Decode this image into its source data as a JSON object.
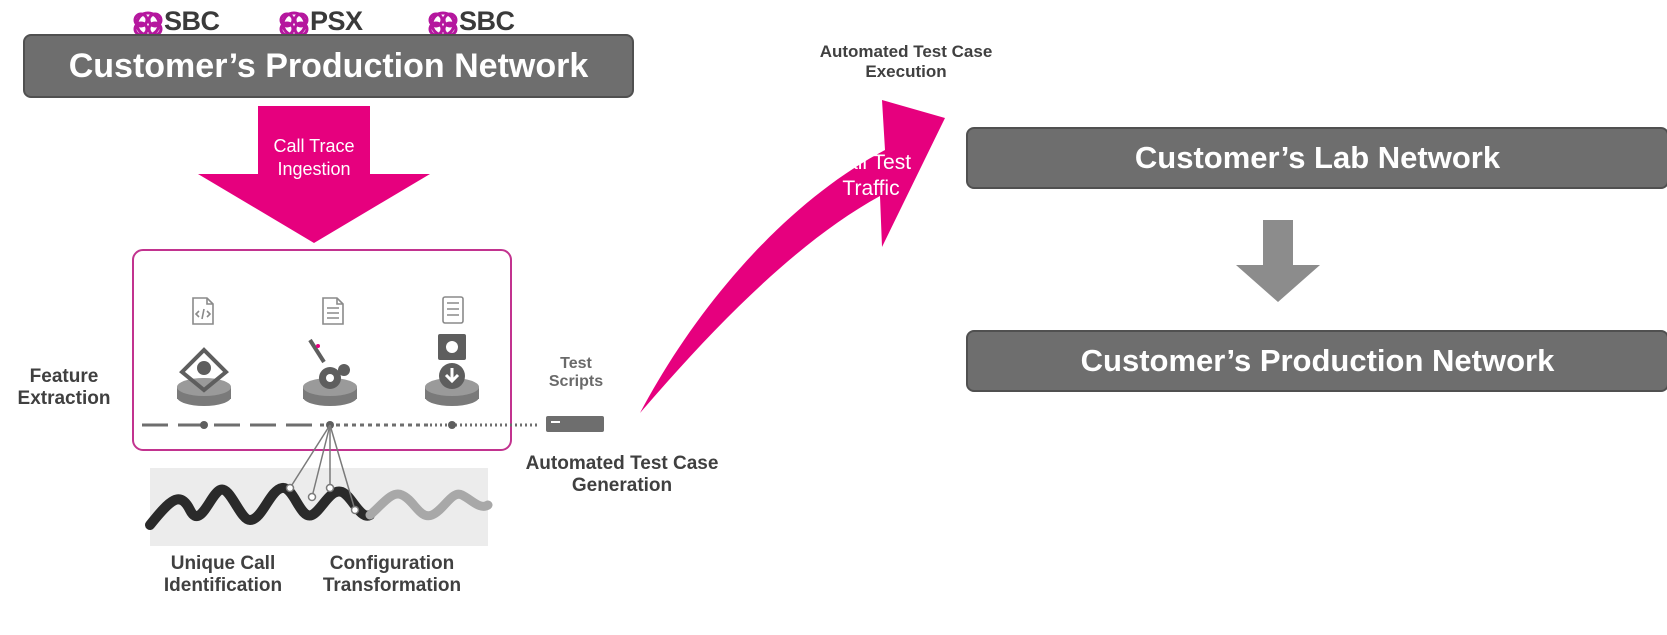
{
  "logos": [
    {
      "label": "SBC"
    },
    {
      "label": "PSX"
    },
    {
      "label": "SBC"
    }
  ],
  "production_top": {
    "label": "Customer’s Production Network"
  },
  "ingest_arrow": {
    "label": "Call Trace Ingestion"
  },
  "feature_extraction": {
    "label": "Feature Extraction"
  },
  "test_scripts": {
    "label": "Test Scripts"
  },
  "generation": {
    "label": "Automated Test Case Generation"
  },
  "unique_call": {
    "label": "Unique Call Identification"
  },
  "config_transform": {
    "label": "Configuration Transformation"
  },
  "execution": {
    "label": "Automated Test Case Execution"
  },
  "traffic_arrow": {
    "label": "Call Test Traffic"
  },
  "lab_network": {
    "label": "Customer’s Lab Network"
  },
  "production_right": {
    "label": "Customer’s Production Network"
  },
  "colors": {
    "accent": "#e6007e",
    "bar": "#6e6e6e",
    "arrow_gray": "#8c8c8c"
  }
}
